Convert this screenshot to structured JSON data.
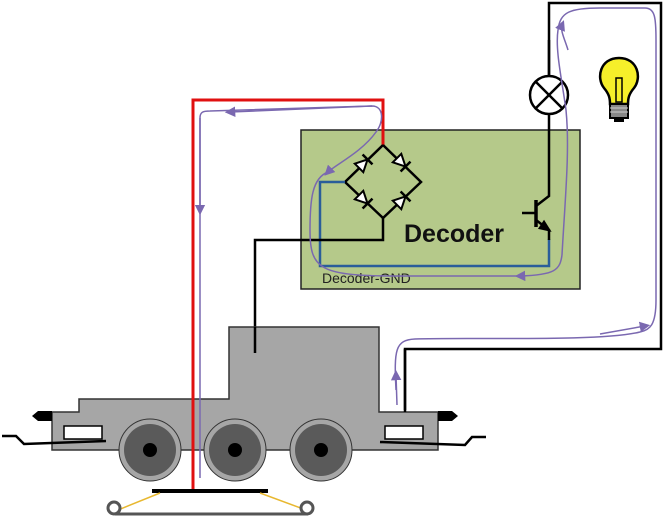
{
  "diagram": {
    "title": "Decoder lamp circuit via rectifier bridge on locomotive",
    "labels": {
      "decoder": "Decoder",
      "decoder_gnd": "Decoder-GND"
    },
    "components": [
      {
        "id": "decoder",
        "type": "board"
      },
      {
        "id": "bridge-rectifier",
        "type": "rectifier",
        "diodes": 4
      },
      {
        "id": "transistor",
        "type": "npn-transistor"
      },
      {
        "id": "lamp",
        "type": "lamp-symbol"
      },
      {
        "id": "bulb",
        "type": "light-bulb-icon"
      },
      {
        "id": "locomotive",
        "type": "locomotive",
        "wheels": 3
      },
      {
        "id": "track",
        "type": "rail"
      }
    ],
    "wires": [
      {
        "id": "red-wire",
        "color": "#e01010",
        "from": "rail-pickup",
        "to": "bridge-top"
      },
      {
        "id": "black-wire-chassis",
        "color": "#000000",
        "from": "bridge-bottom",
        "to": "locomotive-body"
      },
      {
        "id": "blue-gnd-wire",
        "color": "#2a5d9a",
        "from": "bridge-left",
        "to": "transistor-emitter"
      },
      {
        "id": "black-wire-lamp",
        "color": "#000000",
        "from": "transistor-collector",
        "to": "locomotive-rear"
      }
    ],
    "current_path_color": "#7a68b0",
    "colors": {
      "decoder_fill": "#b5c98a",
      "loco_fill": "#a6a6a6",
      "wheel_fill": "#5a5a5a",
      "bulb_fill": "#f6ef2a",
      "track_support": "#e8b830"
    }
  }
}
